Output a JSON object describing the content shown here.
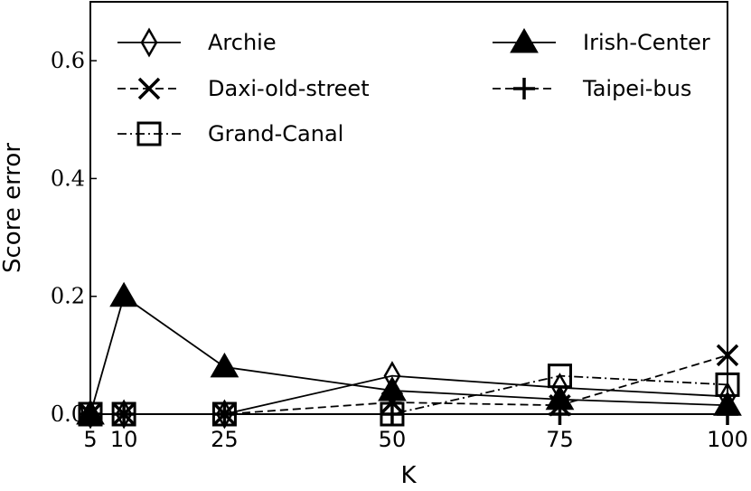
{
  "chart_data": {
    "type": "line",
    "xlabel": "K",
    "ylabel": "Score error",
    "x": [
      5,
      10,
      25,
      50,
      75,
      100
    ],
    "xlim": [
      5,
      100
    ],
    "ylim": [
      0,
      0.7
    ],
    "xticks": [
      "5",
      "10",
      "25",
      "50",
      "75",
      "100"
    ],
    "yticks": [
      "0.0",
      "0.2",
      "0.4",
      "0.6"
    ],
    "legend": "top, two columns",
    "grid": false,
    "series": [
      {
        "name": "Archie",
        "marker": "diamond",
        "linestyle": "solid",
        "values": [
          0.0,
          0.0,
          0.0,
          0.065,
          0.045,
          0.03
        ]
      },
      {
        "name": "Daxi-old-street",
        "marker": "x",
        "linestyle": "dashed",
        "values": [
          0.0,
          0.0,
          0.0,
          0.02,
          0.015,
          0.1
        ]
      },
      {
        "name": "Grand-Canal",
        "marker": "square",
        "linestyle": "dashdot",
        "values": [
          0.0,
          0.0,
          0.0,
          0.0,
          0.065,
          0.05
        ]
      },
      {
        "name": "Irish-Center",
        "marker": "triangle",
        "linestyle": "solid",
        "values": [
          0.0,
          0.2,
          0.08,
          0.04,
          0.025,
          0.015
        ]
      },
      {
        "name": "Taipei-bus",
        "marker": "plus",
        "linestyle": "dashed",
        "values": [
          0.0,
          0.0,
          0.0,
          0.0,
          0.0,
          0.0
        ]
      }
    ]
  }
}
